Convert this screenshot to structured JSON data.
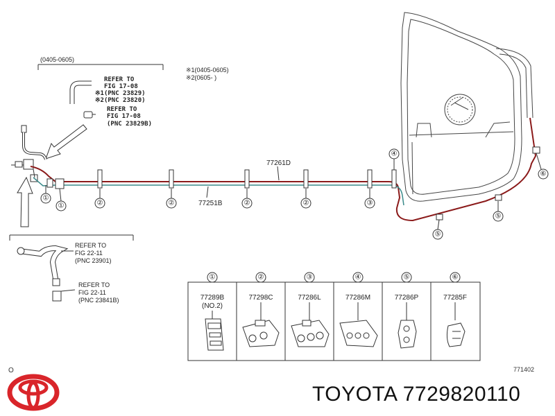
{
  "diagram": {
    "date_range": "(0405-0605)",
    "notes": {
      "note1": "※1(0405-0605)",
      "note2": "※2(0605-      )"
    },
    "refer_top": {
      "line1": "REFER TO",
      "line2": "FIG  17-08",
      "line3": "※1(PNC 23829)",
      "line4": "※2(PNC 23820)",
      "line5": "REFER TO",
      "line6": "FIG  17-08",
      "line7": "(PNC 23829B)"
    },
    "refer_bottom": {
      "a1": "REFER TO",
      "a2": "FIG  22-11",
      "a3": "(PNC 23901)",
      "b1": "REFER TO",
      "b2": "FIG  22-11",
      "b3": "(PNC 23841B)"
    },
    "tube_labels": {
      "upper": "77261D",
      "lower": "77251B"
    },
    "callouts": {
      "c1": "①",
      "c2": "②",
      "c3": "③",
      "c4": "④",
      "c5": "⑤",
      "c6": "⑥"
    },
    "parts_table": [
      {
        "num": "①",
        "part_line1": "77289B",
        "part_line2": "(NO.2)"
      },
      {
        "num": "②",
        "part_line1": "77298C",
        "part_line2": ""
      },
      {
        "num": "③",
        "part_line1": "77286L",
        "part_line2": ""
      },
      {
        "num": "④",
        "part_line1": "77286M",
        "part_line2": ""
      },
      {
        "num": "⑤",
        "part_line1": "77286P",
        "part_line2": ""
      },
      {
        "num": "⑥",
        "part_line1": "77285F",
        "part_line2": ""
      }
    ],
    "small_o": "O",
    "figure_code": "771402"
  },
  "footer": {
    "brand_text": "TOYOTA 7729820110"
  },
  "colors": {
    "tube_red": "#8b1a1a",
    "tube_teal": "#3a8a8a",
    "logo_red": "#d9252a",
    "line": "#333333"
  }
}
